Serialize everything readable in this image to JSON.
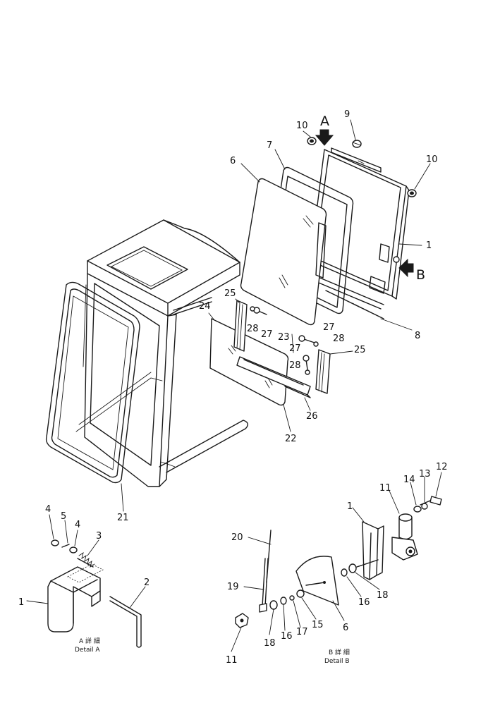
{
  "markers": {
    "view_a": "A",
    "view_b": "B"
  },
  "callouts": {
    "main": [
      {
        "id": "c-10-left",
        "text": "10"
      },
      {
        "id": "c-9",
        "text": "9"
      },
      {
        "id": "c-7",
        "text": "7"
      },
      {
        "id": "c-6",
        "text": "6"
      },
      {
        "id": "c-10-right",
        "text": "10"
      },
      {
        "id": "c-1-frame",
        "text": "1"
      },
      {
        "id": "c-8",
        "text": "8"
      },
      {
        "id": "c-25-left",
        "text": "25"
      },
      {
        "id": "c-24",
        "text": "24"
      },
      {
        "id": "c-28-a",
        "text": "28"
      },
      {
        "id": "c-27-a",
        "text": "27"
      },
      {
        "id": "c-23",
        "text": "23"
      },
      {
        "id": "c-27-b",
        "text": "27"
      },
      {
        "id": "c-28-b",
        "text": "28"
      },
      {
        "id": "c-27-c",
        "text": "27"
      },
      {
        "id": "c-25-right",
        "text": "25"
      },
      {
        "id": "c-28-c",
        "text": "28"
      },
      {
        "id": "c-26",
        "text": "26"
      },
      {
        "id": "c-22",
        "text": "22"
      },
      {
        "id": "c-21",
        "text": "21"
      }
    ],
    "detail_a": [
      {
        "id": "a-4-left",
        "text": "4"
      },
      {
        "id": "a-5",
        "text": "5"
      },
      {
        "id": "a-4-right",
        "text": "4"
      },
      {
        "id": "a-3",
        "text": "3"
      },
      {
        "id": "a-2",
        "text": "2"
      },
      {
        "id": "a-1",
        "text": "1"
      }
    ],
    "detail_b": [
      {
        "id": "b-12",
        "text": "12"
      },
      {
        "id": "b-13",
        "text": "13"
      },
      {
        "id": "b-14",
        "text": "14"
      },
      {
        "id": "b-11-top",
        "text": "11"
      },
      {
        "id": "b-1",
        "text": "1"
      },
      {
        "id": "b-20",
        "text": "20"
      },
      {
        "id": "b-19",
        "text": "19"
      },
      {
        "id": "b-18-right",
        "text": "18"
      },
      {
        "id": "b-16-right",
        "text": "16"
      },
      {
        "id": "b-6",
        "text": "6"
      },
      {
        "id": "b-15",
        "text": "15"
      },
      {
        "id": "b-17",
        "text": "17"
      },
      {
        "id": "b-16-left",
        "text": "16"
      },
      {
        "id": "b-18-left",
        "text": "18"
      },
      {
        "id": "b-11-bottom",
        "text": "11"
      }
    ]
  },
  "captions": {
    "detail_a_jp": "A 詳 細",
    "detail_a_en": "Detail A",
    "detail_b_jp": "B 詳 細",
    "detail_b_en": "Detail B"
  }
}
